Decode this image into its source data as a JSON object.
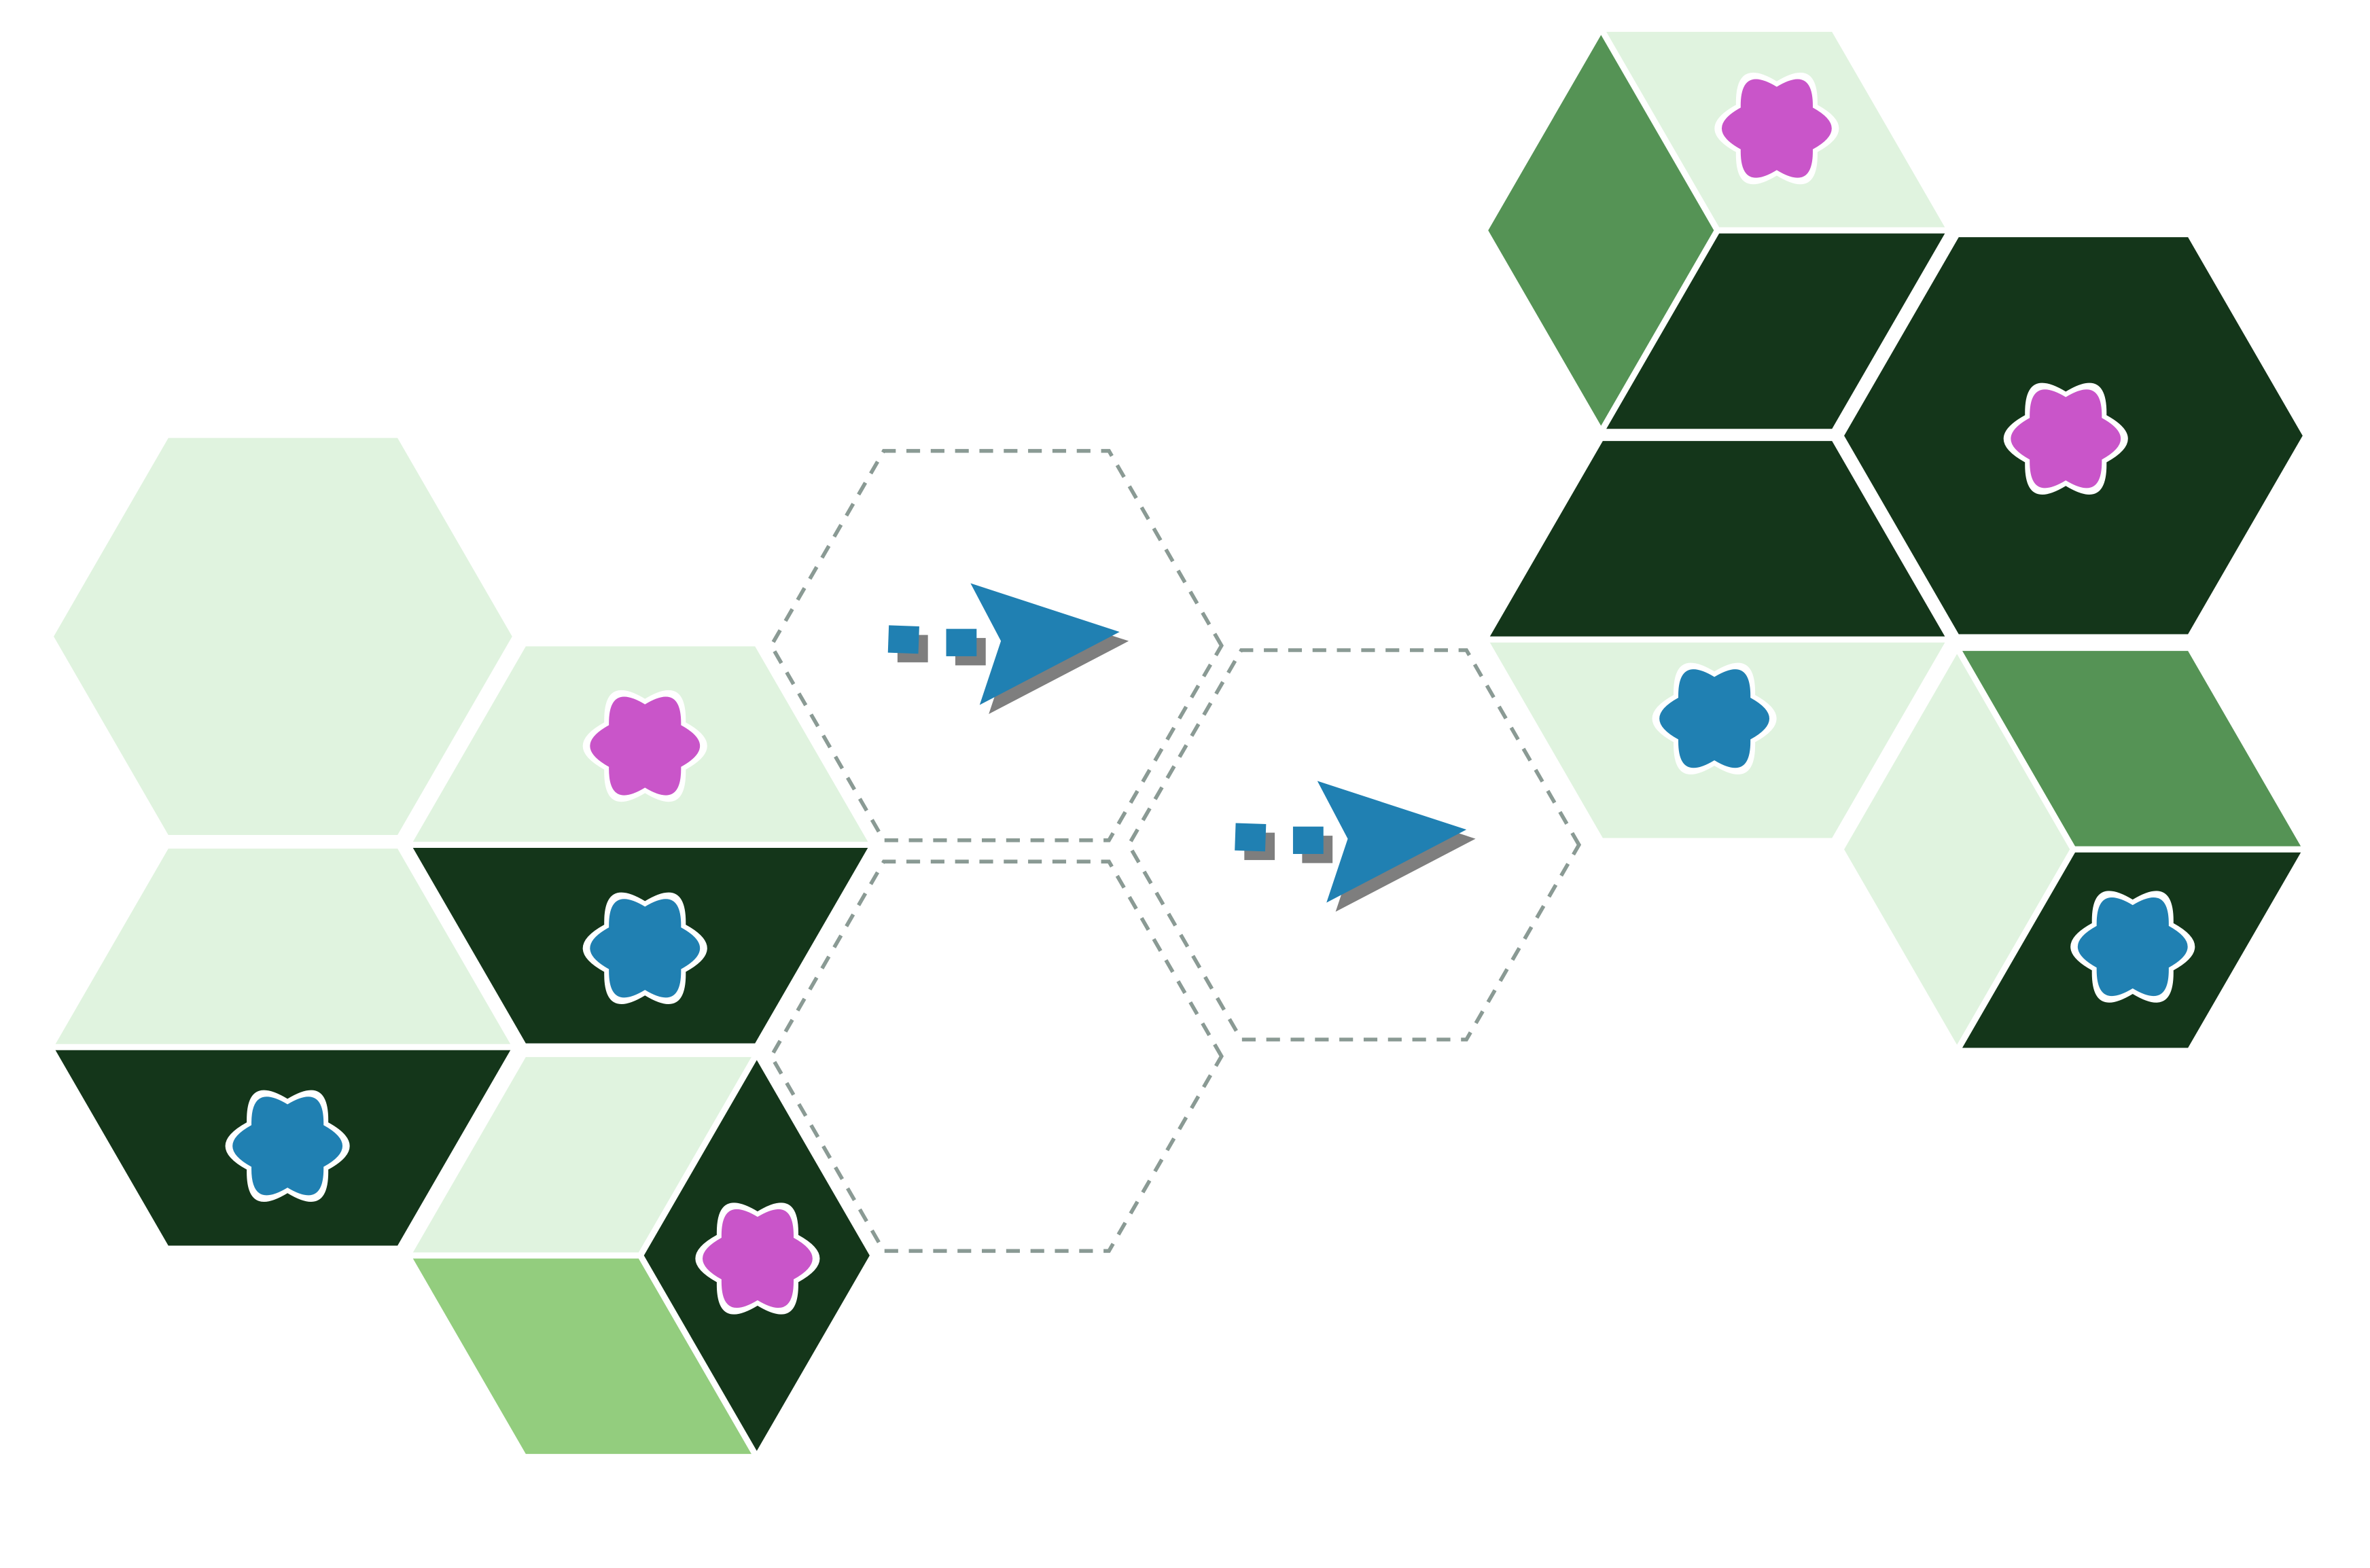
{
  "palette": {
    "light": "#e0f3df",
    "mid": "#93cd7e",
    "medium": "#559355",
    "dark": "#14361a",
    "pink": "#c955c9",
    "blue": "#2080b2",
    "shadow": "#7e7e7e",
    "dash": "#8a9a94",
    "outline": "#ffffff"
  },
  "diagram": {
    "left_group": {
      "hexes": [
        {
          "name": "plain",
          "split": "none",
          "colors": [
            "light"
          ],
          "flowers": []
        },
        {
          "name": "light-over-dark",
          "split": "horizontal",
          "colors": [
            "light",
            "dark"
          ],
          "flowers": [
            "pink",
            "blue"
          ]
        },
        {
          "name": "light-over-dark",
          "split": "horizontal",
          "colors": [
            "light",
            "dark"
          ],
          "flowers": [
            "blue"
          ]
        },
        {
          "name": "three-part",
          "split": "y",
          "colors": [
            "light",
            "mid",
            "dark"
          ],
          "flowers": [
            "pink"
          ]
        }
      ]
    },
    "arrows": [
      {
        "name": "arrow-1",
        "color": "blue"
      },
      {
        "name": "arrow-2",
        "color": "blue"
      }
    ],
    "placeholders": 3,
    "right_group": {
      "hexes": [
        {
          "name": "three-part",
          "split": "y",
          "colors": [
            "light",
            "medium",
            "dark"
          ],
          "flowers": [
            "pink"
          ]
        },
        {
          "name": "plain",
          "split": "none",
          "colors": [
            "dark"
          ],
          "flowers": [
            "pink"
          ]
        },
        {
          "name": "dark-over-light",
          "split": "horizontal",
          "colors": [
            "dark",
            "light"
          ],
          "flowers": [
            "blue"
          ]
        },
        {
          "name": "three-part",
          "split": "y",
          "colors": [
            "medium",
            "light",
            "dark"
          ],
          "flowers": [
            "blue"
          ]
        }
      ]
    }
  }
}
